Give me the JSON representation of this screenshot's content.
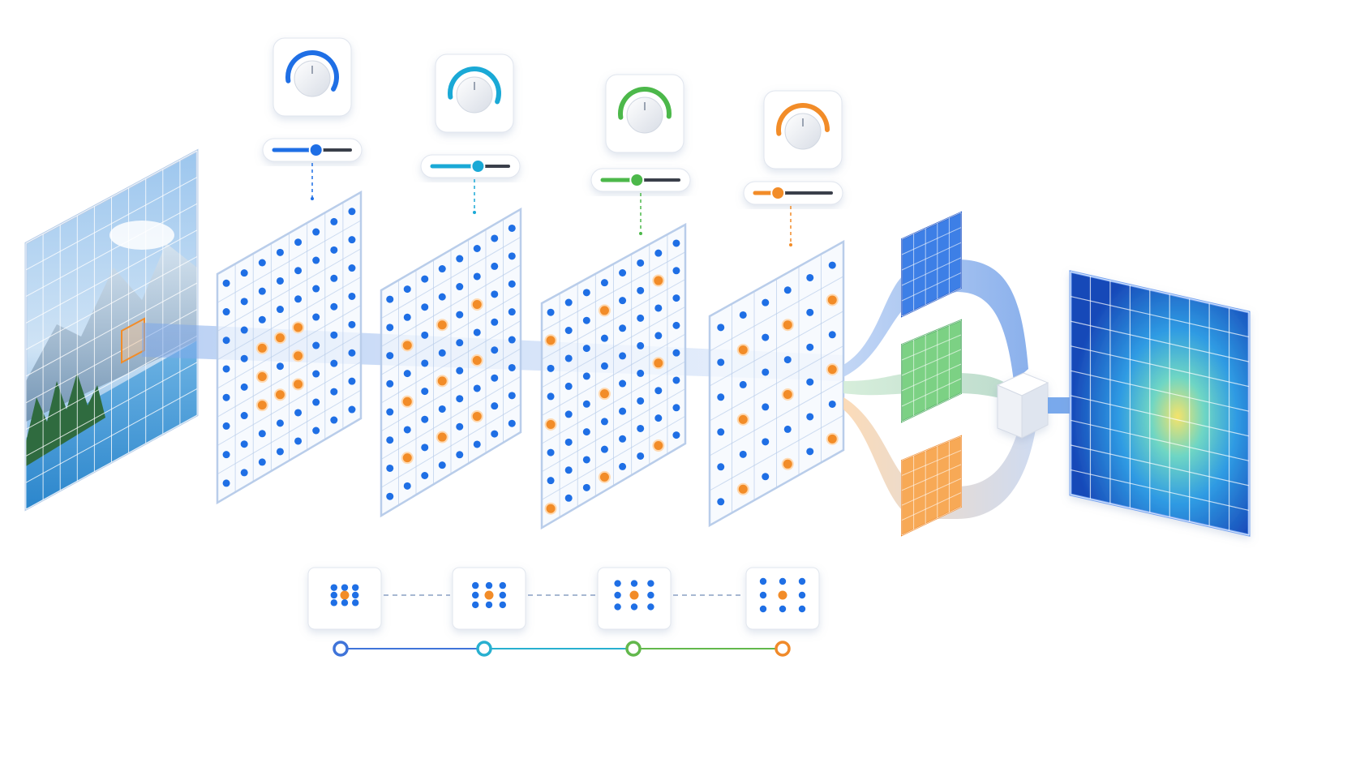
{
  "colors": {
    "background": "#ffffff",
    "blue": "#1f6fe5",
    "cyan": "#1aa9d6",
    "green": "#4cb84a",
    "orange": "#f28c28",
    "panel_stroke": "#b9cdea",
    "panel_fill": "#f4f8fd",
    "beam": "#8fb4ee",
    "timeline_blue": "#3f74d9",
    "timeline_cyan": "#28b0d0",
    "timeline_green": "#62b84c",
    "timeline_orange": "#f08a2a"
  },
  "controls": [
    {
      "name": "control-1",
      "accent": "blue",
      "dial_level": 0.62,
      "slider_level": 0.55
    },
    {
      "name": "control-2",
      "accent": "cyan",
      "dial_level": 0.55,
      "slider_level": 0.6
    },
    {
      "name": "control-3",
      "accent": "green",
      "dial_level": 0.45,
      "slider_level": 0.45
    },
    {
      "name": "control-4",
      "accent": "orange",
      "dial_level": 0.4,
      "slider_level": 0.3
    }
  ],
  "layers": [
    {
      "name": "dilation-layer-1",
      "dilation": 1
    },
    {
      "name": "dilation-layer-2",
      "dilation": 2
    },
    {
      "name": "dilation-layer-3",
      "dilation": 3
    },
    {
      "name": "dilation-layer-4",
      "dilation": 4
    }
  ],
  "kernel_cards": [
    {
      "name": "kernel-card-1",
      "spacing": 1
    },
    {
      "name": "kernel-card-2",
      "spacing": 2
    },
    {
      "name": "kernel-card-3",
      "spacing": 3
    },
    {
      "name": "kernel-card-4",
      "spacing": 4
    }
  ],
  "timeline": [
    "blue",
    "cyan",
    "green",
    "orange"
  ],
  "feature_maps": [
    "blue",
    "green",
    "orange"
  ],
  "icons": {
    "input_image": "landscape-image-icon",
    "merge": "merge-cube-icon",
    "output": "output-heatmap-icon",
    "arrow": "arrow-right-icon"
  }
}
